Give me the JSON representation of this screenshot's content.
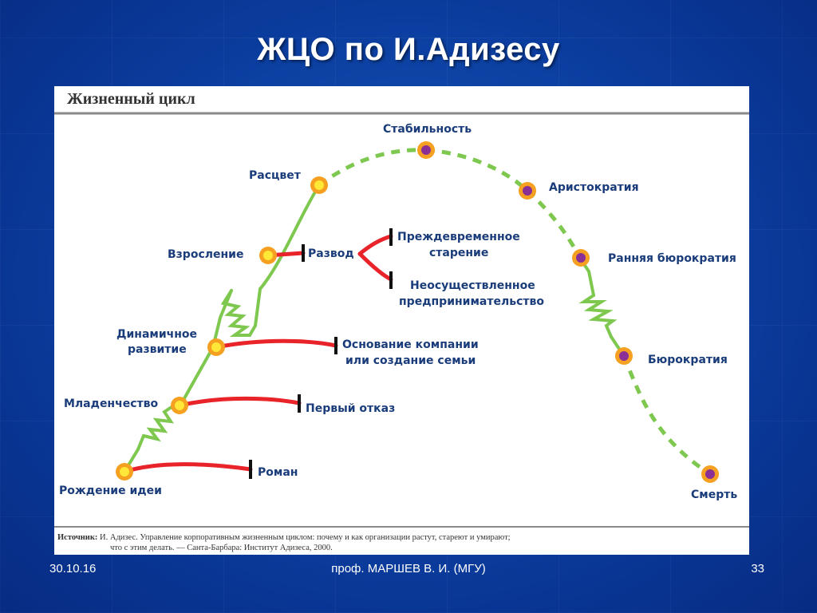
{
  "slide": {
    "title": "ЖЦО по И.Адизесу",
    "date": "30.10.16",
    "author": "проф. МАРШЕВ В. И. (МГУ)",
    "page": "33"
  },
  "figure": {
    "heading": "Жизненный цикл",
    "source_label": "Источник:",
    "source_line1": "И. Адизес. Управление корпоративным жизненным циклом: почему и как организации растут, стареют и умирают;",
    "source_line2": "что с этим делать. — Санта-Барбара: Институт Адизеса, 2000."
  },
  "stages": {
    "birth": "Рождение идеи",
    "infancy": "Младенчество",
    "gogo_1": "Динамичное",
    "gogo_2": "развитие",
    "adolescence": "Взросление",
    "prime": "Расцвет",
    "stability": "Стабильность",
    "aristocracy": "Аристократия",
    "early_bureaucracy": "Ранняя бюрократия",
    "bureaucracy": "Бюрократия",
    "death": "Смерть"
  },
  "traps": {
    "romance": "Роман",
    "first_fail": "Первый отказ",
    "founder_1": "Основание компании",
    "founder_2": "или создание семьи",
    "divorce": "Развод",
    "aging_1": "Преждевременное",
    "aging_2": "старение",
    "unfulfilled_1": "Неосуществленное",
    "unfulfilled_2": "предпринимательство"
  },
  "colors": {
    "growth_line": "#7ec850",
    "trap_line": "#e8232a",
    "node_ring": "#f5a020",
    "growth_core": "#ffe838",
    "decline_core": "#8a2f95",
    "label_text": "#1a3c7a"
  }
}
